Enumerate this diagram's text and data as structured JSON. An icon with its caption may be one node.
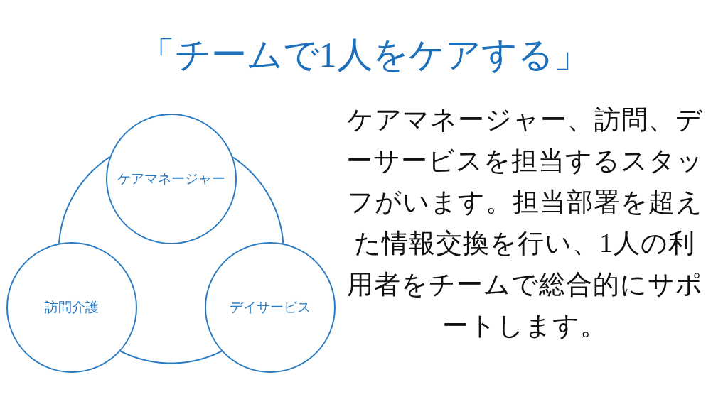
{
  "diagram": {
    "title": "「チームで1人をケアする」",
    "nodes": [
      {
        "text": [],
        "shape": "circle"
      },
      {
        "text": [
          "ケアマネージャー"
        ]
      },
      {
        "text": [
          "訪問介護"
        ]
      },
      {
        "text": [
          "デイサービス"
        ]
      }
    ],
    "edges": [],
    "labels": [
      "ケアマネージャー、訪問、デーサービスを担当するスタッフがいます。担当部署を超えた情報交換を行い、1人の利用者をチームで総合的にサポートします。"
    ]
  }
}
